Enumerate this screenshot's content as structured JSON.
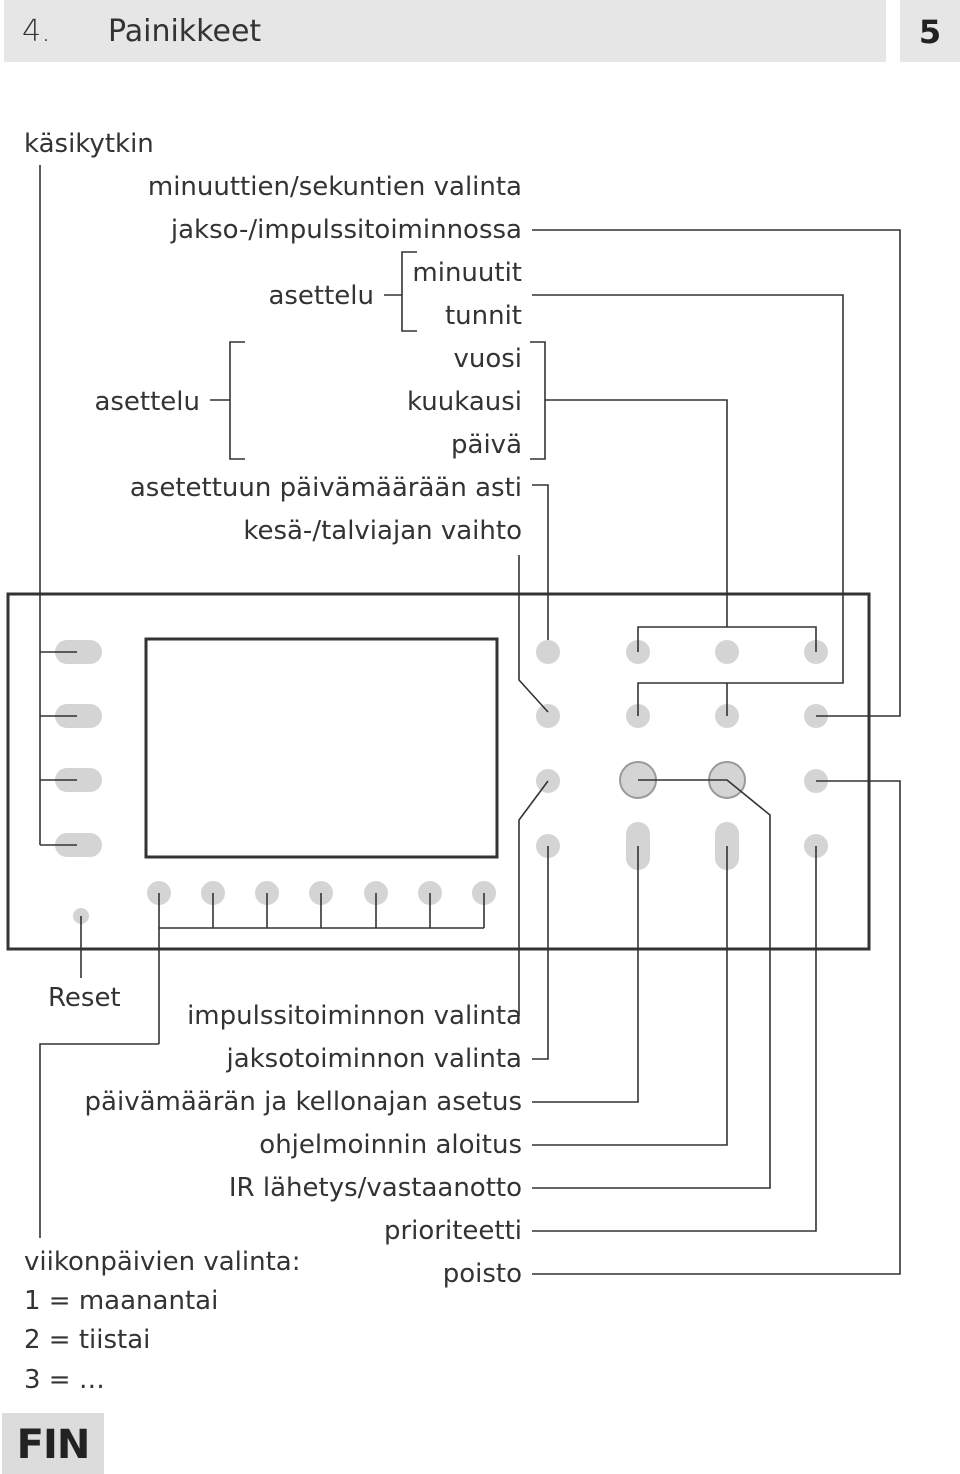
{
  "header": {
    "chapter_number": "4.",
    "chapter_title": "Painikkeet",
    "page_number": "5"
  },
  "labels": {
    "kasikytkin": "käsikytkin",
    "min_sek_1": "minuuttien/sekuntien valinta",
    "min_sek_2": "jakso-/impulssitoiminnossa",
    "asettelu_time": "asettelu",
    "minuutit": "minuutit",
    "tunnit": "tunnit",
    "vuosi": "vuosi",
    "asettelu_date": "asettelu",
    "kuukausi": "kuukausi",
    "paiva": "päivä",
    "until_date": "asetettuun päivämäärään asti",
    "dst": "kesä-/talviajan vaihto",
    "reset": "Reset",
    "impulse": "impulssitoiminnon valinta",
    "cycle": "jaksotoiminnon valinta",
    "date_time": "päivämäärän ja kellonajan asetus",
    "program_start": "ohjelmoinnin aloitus",
    "ir": "IR lähetys/vastaanotto",
    "priority": "prioriteetti",
    "delete": "poisto",
    "weekday_title": "viikonpäivien valinta:",
    "weekday_1": "1 = maanantai",
    "weekday_2": "2 = tiistai",
    "weekday_3": "3 = …"
  },
  "footer": {
    "language": "FIN"
  }
}
